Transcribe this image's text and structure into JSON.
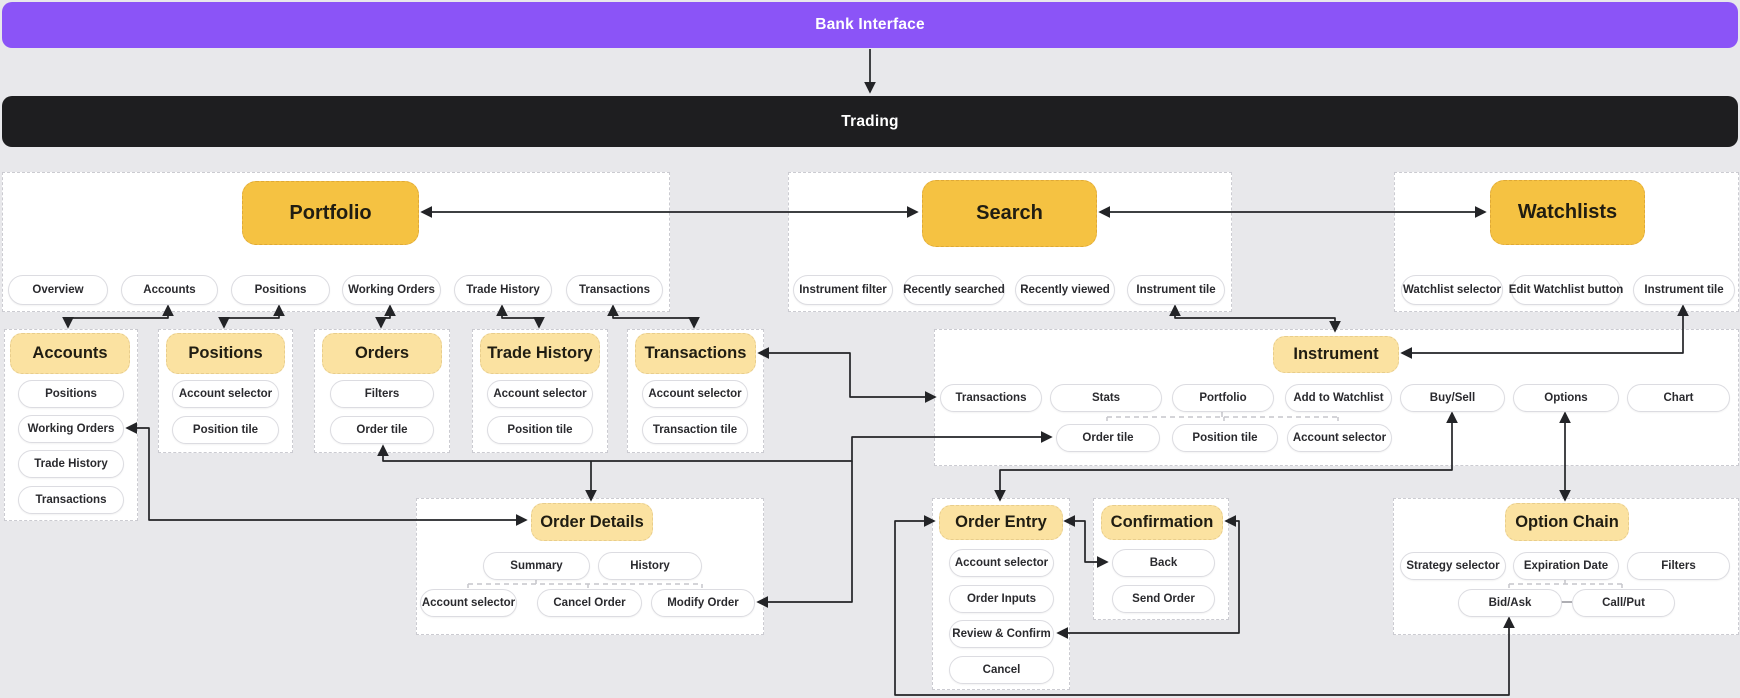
{
  "header": {
    "bank": "Bank Interface",
    "trading": "Trading"
  },
  "portfolio": {
    "title": "Portfolio",
    "pills": [
      "Overview",
      "Accounts",
      "Positions",
      "Working Orders",
      "Trade History",
      "Transactions"
    ]
  },
  "search": {
    "title": "Search",
    "pills": [
      "Instrument filter",
      "Recently searched",
      "Recently viewed",
      "Instrument tile"
    ]
  },
  "watchlists": {
    "title": "Watchlists",
    "pills": [
      "Watchlist selector",
      "Edit Watchlist button",
      "Instrument tile"
    ]
  },
  "accounts": {
    "title": "Accounts",
    "pills": [
      "Positions",
      "Working Orders",
      "Trade History",
      "Transactions"
    ]
  },
  "positions": {
    "title": "Positions",
    "pills": [
      "Account selector",
      "Position tile"
    ]
  },
  "orders": {
    "title": "Orders",
    "pills": [
      "Filters",
      "Order tile"
    ]
  },
  "trade_history": {
    "title": "Trade History",
    "pills": [
      "Account selector",
      "Position tile"
    ]
  },
  "transactions": {
    "title": "Transactions",
    "pills": [
      "Account selector",
      "Transaction tile"
    ]
  },
  "instrument": {
    "title": "Instrument",
    "row1": [
      "Transactions",
      "Stats",
      "Portfolio",
      "Add to Watchlist",
      "Buy/Sell",
      "Options",
      "Chart"
    ],
    "row2": [
      "Order tile",
      "Position tile",
      "Account selector"
    ]
  },
  "order_details": {
    "title": "Order Details",
    "row1": [
      "Summary",
      "History"
    ],
    "row2": [
      "Account selector",
      "Cancel Order",
      "Modify Order"
    ]
  },
  "order_entry": {
    "title": "Order Entry",
    "pills": [
      "Account selector",
      "Order Inputs",
      "Review & Confirm",
      "Cancel"
    ]
  },
  "confirmation": {
    "title": "Confirmation",
    "pills": [
      "Back",
      "Send Order"
    ]
  },
  "option_chain": {
    "title": "Option Chain",
    "row1": [
      "Strategy selector",
      "Expiration Date",
      "Filters"
    ],
    "row2": [
      "Bid/Ask",
      "Call/Put"
    ]
  },
  "colors": {
    "accent_purple": "#8b54f7",
    "bar_dark": "#1e1e20",
    "node_amber": "#f5c242",
    "node_pale_amber": "#fbe2a1",
    "background": "#e8e8eb",
    "connector": "#232427"
  }
}
